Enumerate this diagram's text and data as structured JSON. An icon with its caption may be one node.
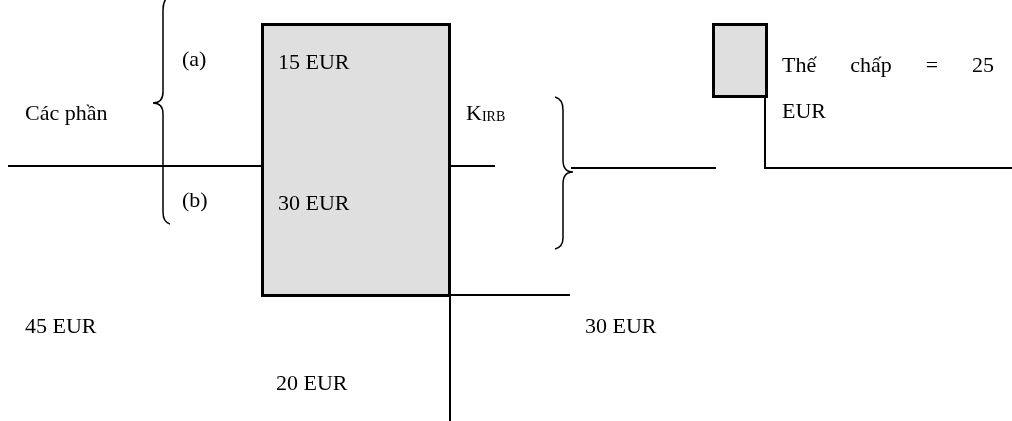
{
  "diagram": {
    "nodes": [
      {
        "text": [
          "15 EUR",
          "30 EUR"
        ]
      },
      {
        "text": [],
        "shape": "box",
        "beside": [
          "Thế chấp = 25 EUR"
        ]
      }
    ],
    "labels": [
      "(a)",
      "Các phần",
      "K$_{IRB}$",
      "(b)",
      "45 EUR",
      "30 EUR",
      "20 EUR"
    ]
  }
}
